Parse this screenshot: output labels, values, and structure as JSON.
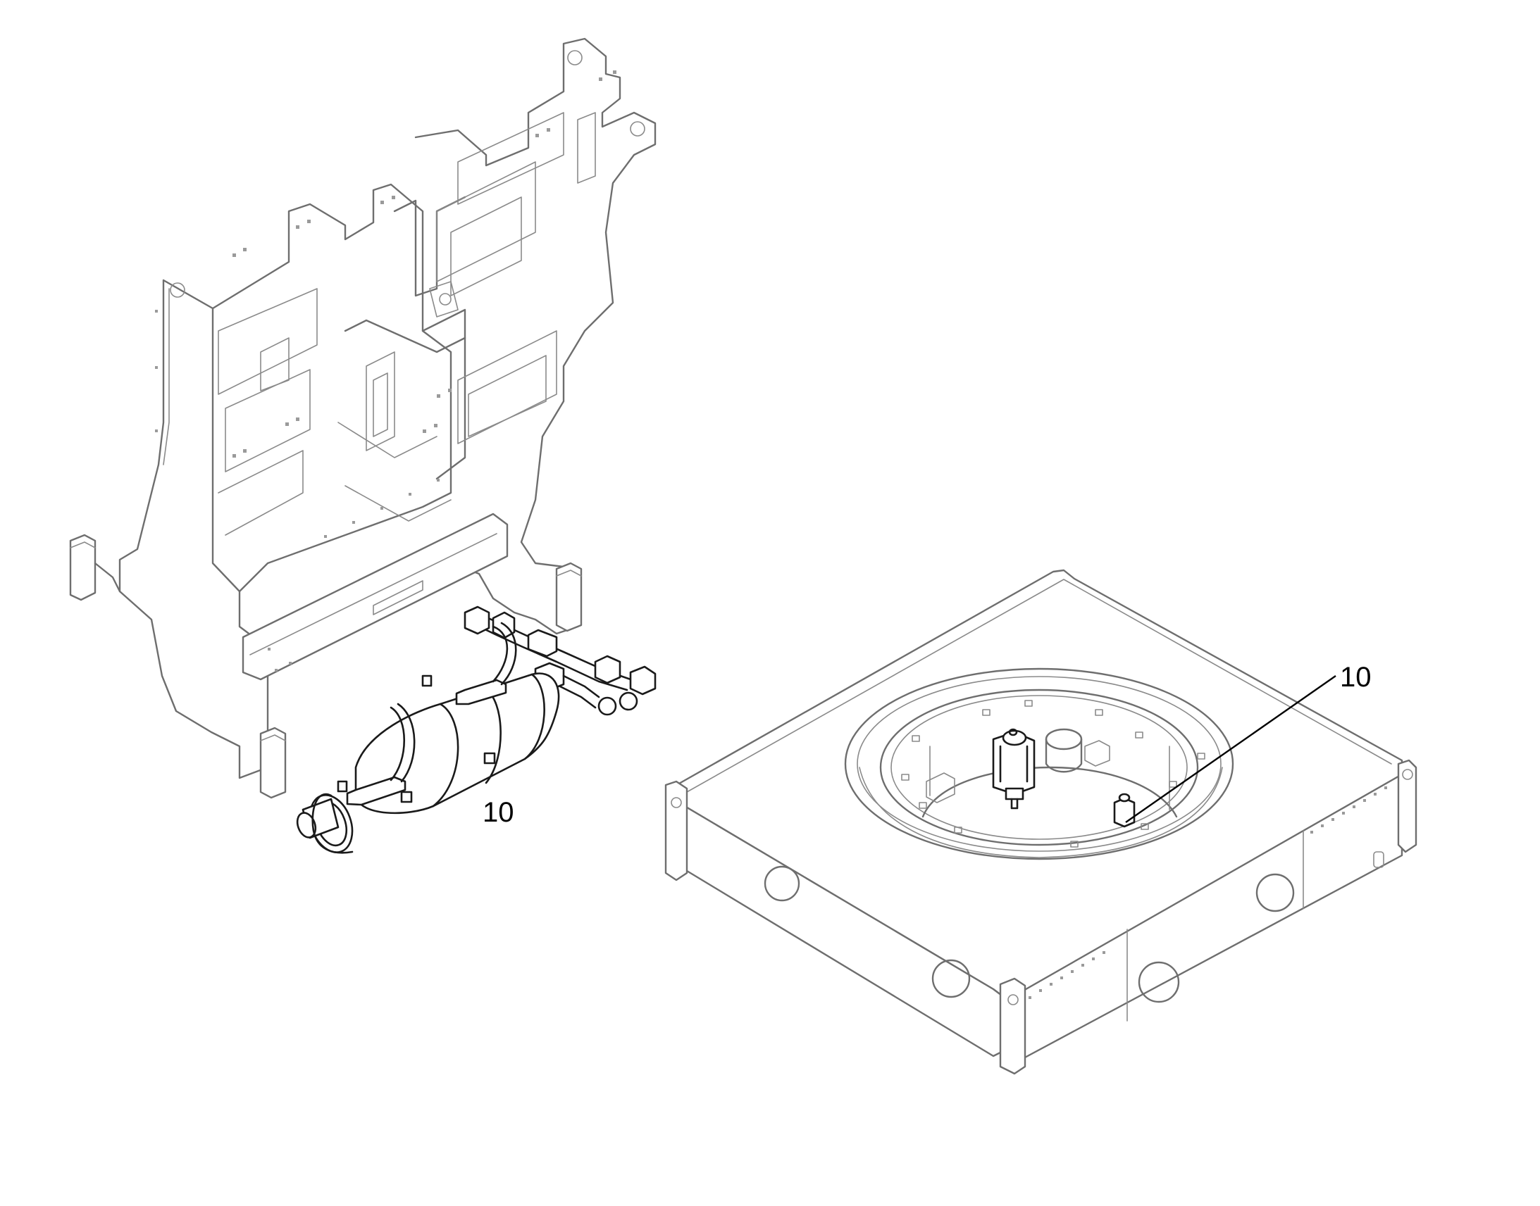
{
  "callouts": [
    {
      "id": "callout-accumulator",
      "label": "10"
    },
    {
      "id": "callout-base-frame",
      "label": "10"
    }
  ],
  "colors": {
    "line": "#6e6e6e",
    "part_line": "#1a1a1a",
    "callout_text": "#000000",
    "background": "#ffffff"
  }
}
